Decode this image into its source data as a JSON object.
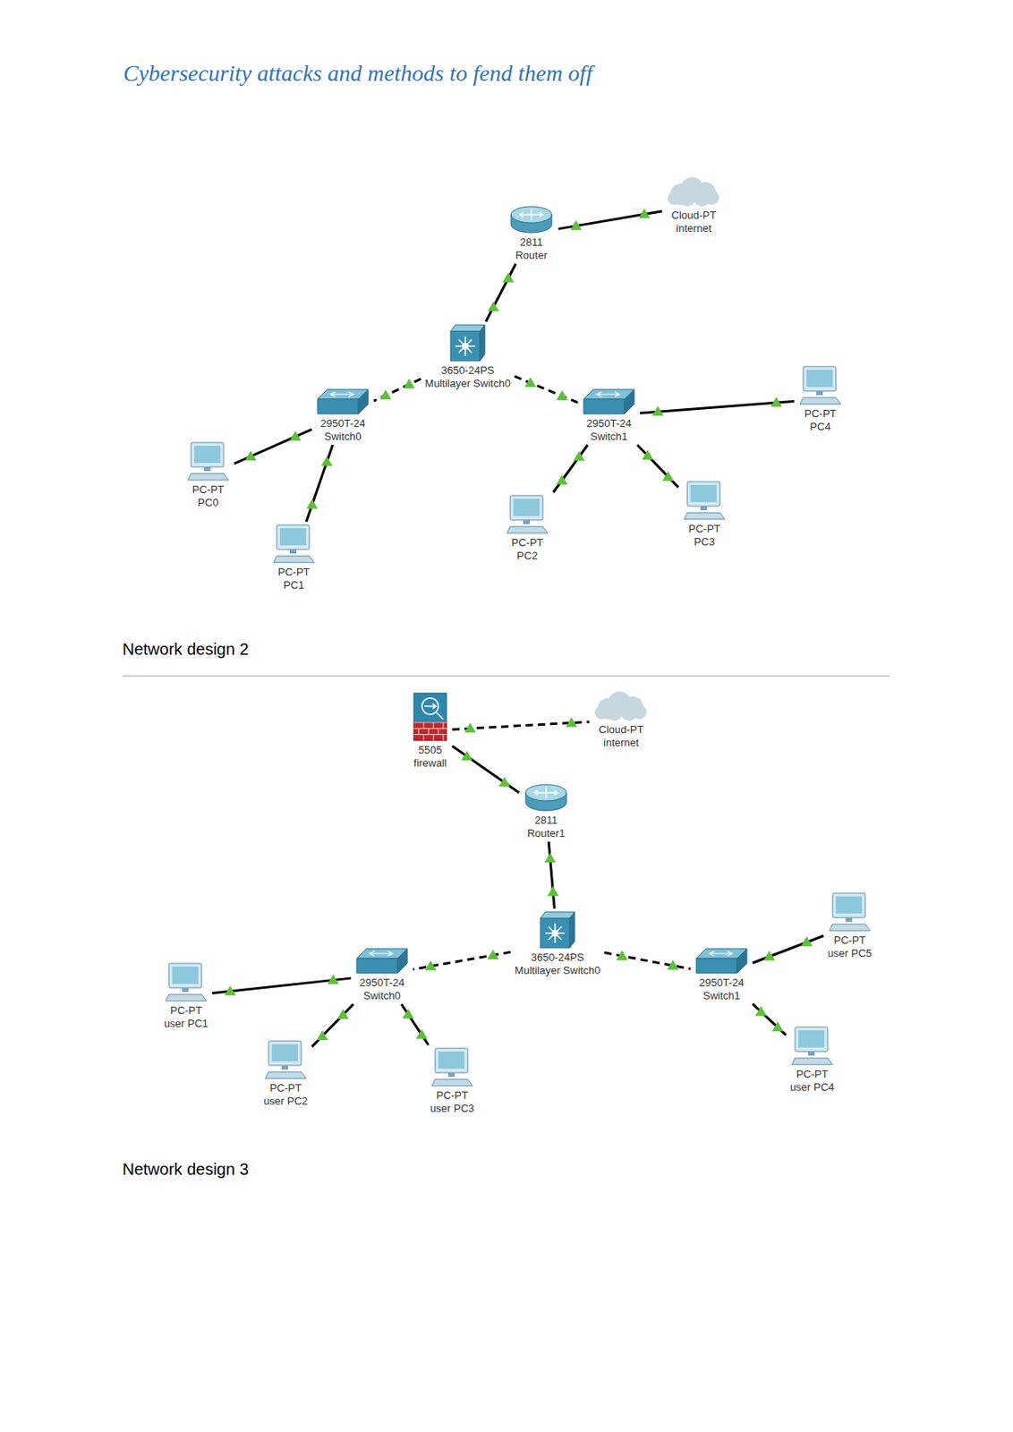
{
  "diagram": {
    "title": "Cybersecurity attacks and methods to fend them off",
    "nodes": [
      {
        "text": [
          "Cloud-PT",
          "internet"
        ]
      },
      {
        "text": [
          "2811",
          "Router"
        ]
      },
      {
        "text": [
          "3650-24PS",
          "Multilayer Switch0"
        ]
      },
      {
        "text": [
          "2950T-24",
          "Switch0"
        ]
      },
      {
        "text": [
          "2950T-24",
          "Switch1"
        ]
      },
      {
        "text": [
          "PC-PT",
          "PC4"
        ]
      },
      {
        "text": [
          "PC-PT",
          "PC0"
        ]
      },
      {
        "text": [
          "PC-PT",
          "PC2"
        ]
      },
      {
        "text": [
          "PC-PT",
          "PC3"
        ]
      },
      {
        "text": [
          "PC-PT",
          "PC1"
        ]
      },
      {
        "text": [
          "5505",
          "firewall"
        ]
      },
      {
        "text": [
          "Cloud-PT",
          "internet"
        ]
      },
      {
        "text": [
          "2811",
          "Router1"
        ]
      },
      {
        "text": [
          "3650-24PS",
          "Multilayer Switch0"
        ]
      },
      {
        "text": [
          "PC-PT",
          "user PC5"
        ]
      },
      {
        "text": [
          "2950T-24",
          "Switch0"
        ]
      },
      {
        "text": [
          "2950T-24",
          "Switch1"
        ]
      },
      {
        "text": [
          "PC-PT",
          "user PC1"
        ]
      },
      {
        "text": [
          "PC-PT",
          "user PC4"
        ]
      },
      {
        "text": [
          "PC-PT",
          "user PC2"
        ]
      },
      {
        "text": [
          "PC-PT",
          "user PC3"
        ]
      }
    ],
    "edges": [
      {
        "from": 1,
        "to": 0,
        "arrow": "none"
      },
      {
        "from": 1,
        "to": 2,
        "arrow": "none"
      },
      {
        "from": 2,
        "to": 3,
        "arrow": "none"
      },
      {
        "from": 2,
        "to": 4,
        "arrow": "none"
      },
      {
        "from": 3,
        "to": 6,
        "arrow": "none"
      },
      {
        "from": 3,
        "to": 9,
        "arrow": "none"
      },
      {
        "from": 4,
        "to": 5,
        "arrow": "none"
      },
      {
        "from": 4,
        "to": 7,
        "arrow": "none"
      },
      {
        "from": 4,
        "to": 8,
        "arrow": "none"
      },
      {
        "from": 10,
        "to": 11,
        "arrow": "none"
      },
      {
        "from": 10,
        "to": 12,
        "arrow": "none"
      },
      {
        "from": 12,
        "to": 13,
        "arrow": "none"
      },
      {
        "from": 13,
        "to": 15,
        "arrow": "none"
      },
      {
        "from": 13,
        "to": 16,
        "arrow": "none"
      },
      {
        "from": 15,
        "to": 17,
        "arrow": "none"
      },
      {
        "from": 15,
        "to": 19,
        "arrow": "none"
      },
      {
        "from": 15,
        "to": 20,
        "arrow": "none"
      },
      {
        "from": 16,
        "to": 14,
        "arrow": "none"
      },
      {
        "from": 16,
        "to": 18,
        "arrow": "none"
      }
    ],
    "labels": [
      "Network design 2",
      "Network design 3"
    ]
  }
}
